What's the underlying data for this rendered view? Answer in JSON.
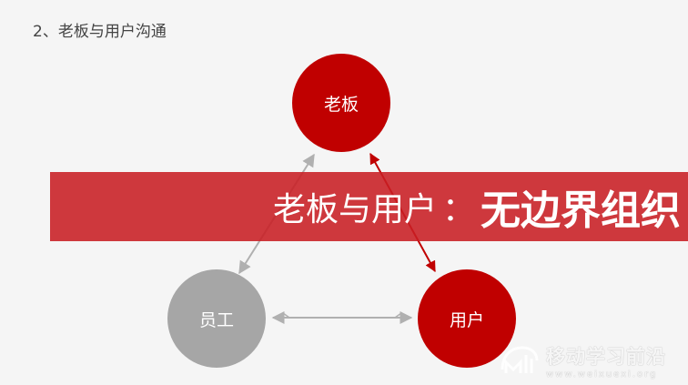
{
  "slide": {
    "title": "2、老板与用户沟通"
  },
  "nodes": {
    "boss": "老板",
    "staff": "员工",
    "user": "用户"
  },
  "banner": {
    "left_text": "老板与用户",
    "separator": "：",
    "emphasis_text": "无边界组织"
  },
  "watermark": {
    "name": "移动学习前沿",
    "url": "www.weixuexi.org"
  },
  "colors": {
    "background": "#f5f5f5",
    "accent_red": "#c00000",
    "banner_red": "#c81e23",
    "gray_node": "#a6a6a6",
    "gray_arrow": "#b0b0b0"
  },
  "edges": [
    {
      "from": "staff",
      "to": "boss",
      "style": "gray",
      "arrows": "both"
    },
    {
      "from": "staff",
      "to": "user",
      "style": "gray",
      "arrows": "both"
    },
    {
      "from": "boss",
      "to": "user",
      "style": "red",
      "arrows": "both"
    }
  ]
}
